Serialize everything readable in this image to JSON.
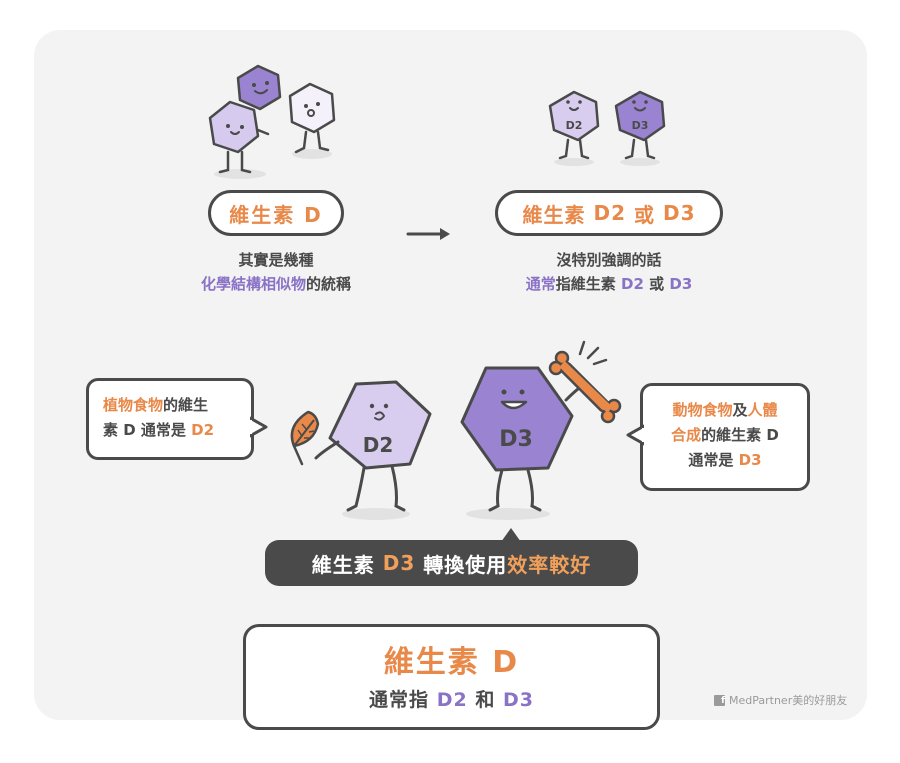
{
  "top_left": {
    "pill": "維生素 D",
    "caption_line1": "其實是幾種",
    "caption_line2_highlight": "化學結構相似物",
    "caption_line2_rest": "的統稱"
  },
  "arrow": "→",
  "top_right": {
    "pill_part1": "維生素",
    "pill_d2": "D2",
    "pill_or": "或",
    "pill_d3": "D3",
    "caption_line1": "沒特別強調的話",
    "caption_line2_highlight": "通常",
    "caption_line2_mid": "指維生素",
    "caption_line2_d2": "D2",
    "caption_line2_or": "或",
    "caption_line2_d3": "D3"
  },
  "characters": {
    "small_d2": "D2",
    "small_d3": "D3",
    "big_d2": "D2",
    "big_d3": "D3"
  },
  "left_bubble": {
    "highlight": "植物食物",
    "rest1": "的維生",
    "rest2": "素 D 通常是",
    "d2": "D2"
  },
  "right_bubble": {
    "highlight1": "動物食物",
    "mid1": "及",
    "highlight2": "人體",
    "highlight3": "合成",
    "rest1": "的維生素 D",
    "rest2": "通常是",
    "d3": "D3"
  },
  "banner": {
    "part1": "維生素",
    "d3": "D3",
    "part2": "轉換使用",
    "highlight": "效率較好"
  },
  "summary": {
    "title": "維生素 D",
    "line_part1": "通常指",
    "d2": "D2",
    "and": "和",
    "d3": "D3"
  },
  "credit": {
    "fb_glyph": "f",
    "text": "MedPartner美的好朋友"
  },
  "colors": {
    "orange": "#e8894a",
    "purple": "#8a72c6",
    "light_purple": "#d8cdef",
    "mid_purple": "#ab9ad8",
    "outline": "#4a4a4a",
    "card_bg": "#f2f3f2"
  }
}
